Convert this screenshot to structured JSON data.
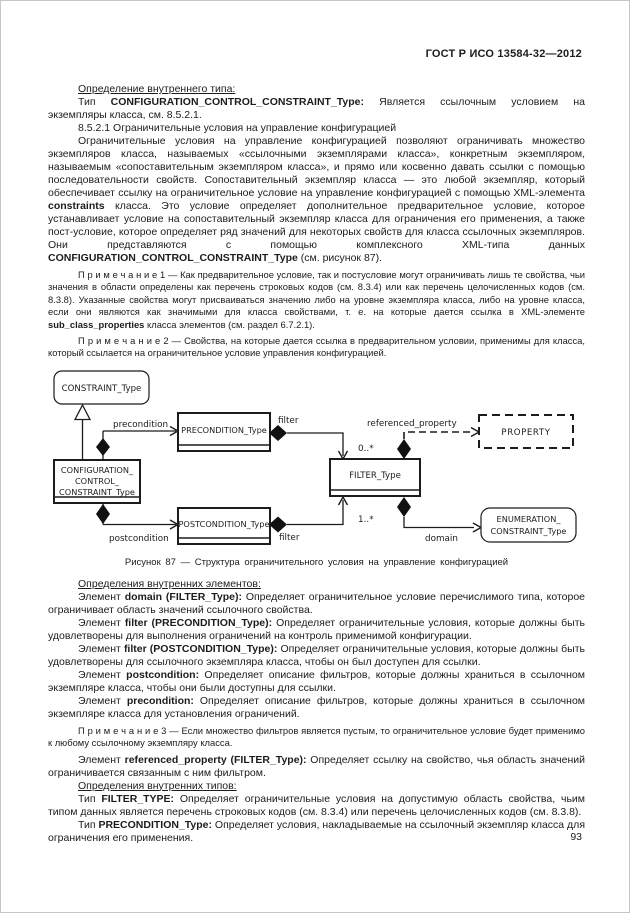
{
  "colors": {
    "ink": "#1c1c1c",
    "paper": "#ffffff"
  },
  "header": {
    "standard_ref": "ГОСТ Р ИСО 13584-32—2012"
  },
  "footer": {
    "page_number": "93"
  },
  "content": {
    "before_figure": [
      {
        "kind": "heading",
        "segments": [
          {
            "t": "Определение внутреннего типа:",
            "b": false
          }
        ]
      },
      {
        "kind": "para",
        "segments": [
          {
            "t": "Тип ",
            "b": false
          },
          {
            "t": "CONFIGURATION_CONTROL_CONSTRAINT_Type:",
            "b": true
          },
          {
            "t": " Является ссылочным условием на экземпляры класса, см. 8.5.2.1.",
            "b": false
          }
        ]
      },
      {
        "kind": "plain",
        "segments": [
          {
            "t": "8.5.2.1 Ограничительные условия на управление конфигурацией",
            "b": false
          }
        ]
      },
      {
        "kind": "para",
        "segments": [
          {
            "t": "Ограничительные условия на управление конфигурацией позволяют ограничивать множество экземпляров класса, называемых «ссылочными экземплярами класса», конкретным экземпляром, называемым «сопоставительным экземпляром класса», и прямо или косвенно давать ссылки с помощью последовательности свойств. Сопоставительный экземпляр класса — это любой экземпляр, который обеспечивает ссылку на ограничительное условие на управление конфигурацией с помощью XML-элемента ",
            "b": false
          },
          {
            "t": "constraints",
            "b": true
          },
          {
            "t": " класса. Это условие определяет дополнительное предварительное условие, которое устанавливает условие на сопоставительный экземпляр класса для ограничения его применения, а также пост-условие, которое определяет ряд значений для некоторых свойств для класса ссылочных экземпляров. Они представляются с помощью комплексного XML-типа данных ",
            "b": false
          },
          {
            "t": "CONFIGURATION_CONTROL_CONSTRAINT_Type",
            "b": true
          },
          {
            "t": " (см. рисунок 87).",
            "b": false
          }
        ]
      },
      {
        "kind": "note",
        "segments": [
          {
            "t": "П р и м е ч а н и е 1 — Как предварительное условие, так и постусловие могут ограничивать лишь те свойства, чьи значения в области определены как перечень строковых кодов (см. 8.3.4) или как перечень целочисленных кодов (см. 8.3.8). Указанные свойства могут присваиваться значению либо на уровне экземпляра класса, либо на уровне класса, если они являются как значимыми для класса свойствами, т. е. на которые дается ссылка в XML-элементе ",
            "b": false
          },
          {
            "t": "sub_class_properties",
            "b": true
          },
          {
            "t": " класса элементов (см. раздел 6.7.2.1).",
            "b": false
          }
        ]
      },
      {
        "kind": "note",
        "segments": [
          {
            "t": "П р и м е ч а н и е 2 — Свойства, на которые дается ссылка в предварительном условии, применимы для класса, который ссылается на ограничительное условие управления конфигурацией.",
            "b": false
          }
        ]
      }
    ],
    "after_figure": [
      {
        "kind": "heading",
        "segments": [
          {
            "t": "Определения внутренних элементов:",
            "b": false
          }
        ]
      },
      {
        "kind": "para",
        "segments": [
          {
            "t": "Элемент ",
            "b": false
          },
          {
            "t": "domain (FILTER_Type):",
            "b": true
          },
          {
            "t": " Определяет ограничительное условие перечислимого типа, которое ограничивает область значений ссылочного свойства.",
            "b": false
          }
        ]
      },
      {
        "kind": "para",
        "segments": [
          {
            "t": "Элемент ",
            "b": false
          },
          {
            "t": "filter (PRECONDITION_Type):",
            "b": true
          },
          {
            "t": " Определяет ограничительные условия, которые должны быть удовлетворены для выполнения ограничений на контроль применимой конфигурации.",
            "b": false
          }
        ]
      },
      {
        "kind": "para",
        "segments": [
          {
            "t": "Элемент ",
            "b": false
          },
          {
            "t": "filter (POSTCONDITION_Type):",
            "b": true
          },
          {
            "t": " Определяет ограничительные условия, которые должны быть удовлетворены для ссылочного экземпляра класса, чтобы он был доступен для ссылки.",
            "b": false
          }
        ]
      },
      {
        "kind": "para",
        "segments": [
          {
            "t": "Элемент ",
            "b": false
          },
          {
            "t": "postcondition:",
            "b": true
          },
          {
            "t": " Определяет описание фильтров, которые должны храниться в ссылочном экземпляре класса, чтобы они были доступны для ссылки.",
            "b": false
          }
        ]
      },
      {
        "kind": "para",
        "segments": [
          {
            "t": "Элемент ",
            "b": false
          },
          {
            "t": "precondition:",
            "b": true
          },
          {
            "t": " Определяет описание фильтров, которые должны храниться в ссылочном экземпляре класса для установления ограничений.",
            "b": false
          }
        ]
      },
      {
        "kind": "note",
        "segments": [
          {
            "t": "П р и м е ч а н и е 3 — Если множество фильтров является пустым, то ограничительное условие будет применимо к любому ссылочному экземпляру класса.",
            "b": false
          }
        ]
      },
      {
        "kind": "para",
        "segments": [
          {
            "t": "Элемент ",
            "b": false
          },
          {
            "t": "referenced_property (FILTER_Type):",
            "b": true
          },
          {
            "t": " Определяет ссылку на свойство, чья область значений ограничивается связанным с ним фильтром.",
            "b": false
          }
        ]
      },
      {
        "kind": "heading",
        "segments": [
          {
            "t": "Определения внутренних типов:",
            "b": false
          }
        ]
      },
      {
        "kind": "para",
        "segments": [
          {
            "t": "Тип ",
            "b": false
          },
          {
            "t": "FILTER_TYPE:",
            "b": true
          },
          {
            "t": " Определяет ограничительные условия на допустимую область свойства, чьим типом данных является перечень строковых кодов (см. 8.3.4) или перечень целочисленных кодов (см. 8.3.8).",
            "b": false
          }
        ]
      },
      {
        "kind": "para",
        "segments": [
          {
            "t": "Тип ",
            "b": false
          },
          {
            "t": "PRECONDITION_Type:",
            "b": true
          },
          {
            "t": " Определяет условия, накладываемые на ссылочный экземпляр класса для ограничения его применения.",
            "b": false
          }
        ]
      }
    ]
  },
  "figure": {
    "caption": "Рисунок 87 — Структура ограничительного условия на управление конфигурацией",
    "classes": {
      "constraint": "CONSTRAINT_Type",
      "configuration_l1": "CONFIGURATION_",
      "configuration_l2": "CONTROL_",
      "configuration_l3": "CONSTRAINT_Type",
      "precondition": "PRECONDITION_Type",
      "postcondition": "POSTCONDITION_Type",
      "filter": "FILTER_Type",
      "property": "PROPERTY",
      "enumeration_l1": "ENUMERATION_",
      "enumeration_l2": "CONSTRAINT_Type"
    },
    "labels": {
      "precondition": "precondition",
      "postcondition": "postcondition",
      "filter_top": "filter",
      "filter_bottom": "filter",
      "referenced_property": "referenced_property",
      "domain": "domain",
      "mult_filter_top": "0..*",
      "mult_filter_bottom": "1..*"
    }
  }
}
